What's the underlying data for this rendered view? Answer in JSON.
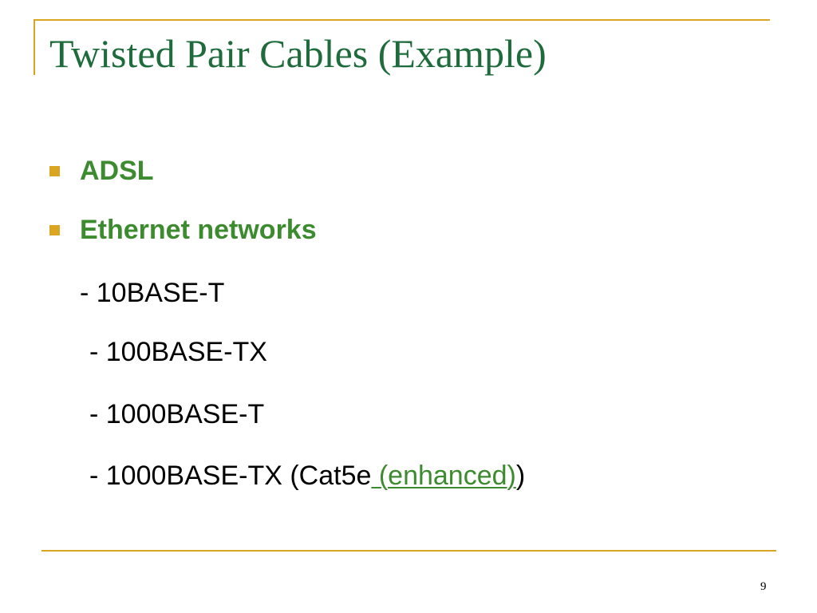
{
  "colors": {
    "accent_gold": "#DAA520",
    "title_green": "#1E6B3C",
    "bullet_text_green": "#3D8B2F",
    "link_green": "#3D8B2F",
    "body_text": "#000000"
  },
  "slide": {
    "title": "Twisted Pair Cables (Example)",
    "bullets": [
      {
        "icon": "square-bullet-icon",
        "text": "ADSL"
      },
      {
        "icon": "square-bullet-icon",
        "text": "Ethernet networks"
      }
    ],
    "sub_items": {
      "item_10base_t": "- 10BASE-T",
      "item_100base_tx": "- 100BASE-TX",
      "item_1000base_t": "- 1000BASE-T",
      "item_1000base_tx_prefix": "- 1000BASE-TX (Cat5e",
      "item_1000base_tx_link": " (enhanced)",
      "item_1000base_tx_suffix": ")"
    },
    "page_number": "9"
  }
}
